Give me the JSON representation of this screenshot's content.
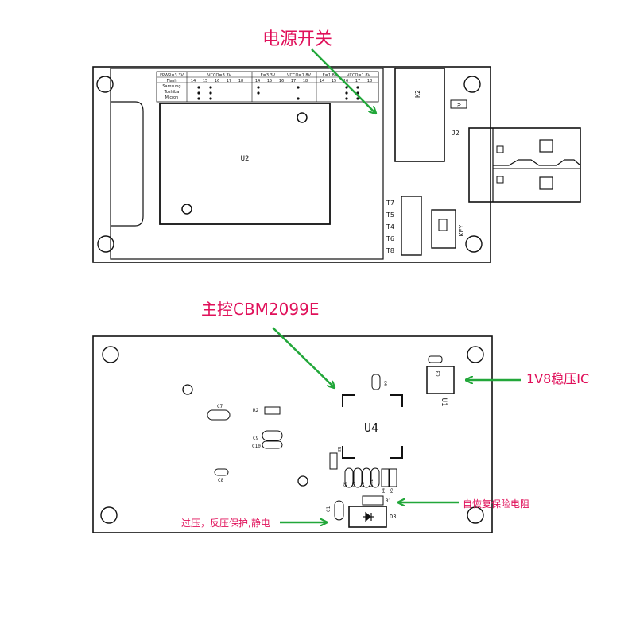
{
  "colors": {
    "annotation_text": "#e0105a",
    "arrow": "#22a73a",
    "outline": "#111111",
    "background": "#ffffff"
  },
  "top_board": {
    "annotation": "电源开关",
    "chip_label": "U2",
    "relay_label": "K2",
    "jumper_label": "J2",
    "jumper_arrow": ">",
    "key_label": "KEY",
    "test_points": [
      "T7",
      "T5",
      "T4",
      "T6",
      "T8"
    ],
    "voltage_table": {
      "group_headers": [
        "FPWR=3.3V",
        "VCCO=3.3V",
        "F=3.3V",
        "VCCO=1.8V",
        "F=1.8V",
        "VCCO=1.8V"
      ],
      "row_labels": [
        "Flash",
        "Samsung",
        "Toshiba",
        "Micron"
      ],
      "column_labels": [
        "14",
        "15",
        "16",
        "17",
        "18",
        "14",
        "15",
        "16",
        "17",
        "18",
        "14",
        "15",
        "16",
        "17",
        "18"
      ]
    }
  },
  "bottom_board": {
    "annotation_main": "主控CBM2099E",
    "annotation_regulator": "1V8稳压IC",
    "annotation_fuse": "自恢复保险电阻",
    "annotation_protect": "过压，反压保护,静电",
    "main_chip_label": "U4",
    "regulator_label": "U1",
    "components": {
      "c7": "C7",
      "r2": "R2",
      "c9": "C9",
      "c10": "C10",
      "c8": "C8",
      "c4": "C4",
      "c3": "C3",
      "r3": "R3",
      "c6": "C6",
      "c5": "C5",
      "c2": "C2",
      "c11": "C11",
      "r4": "R4",
      "r5": "R5",
      "r1": "R1",
      "c1": "C1",
      "d3": "D3"
    }
  }
}
